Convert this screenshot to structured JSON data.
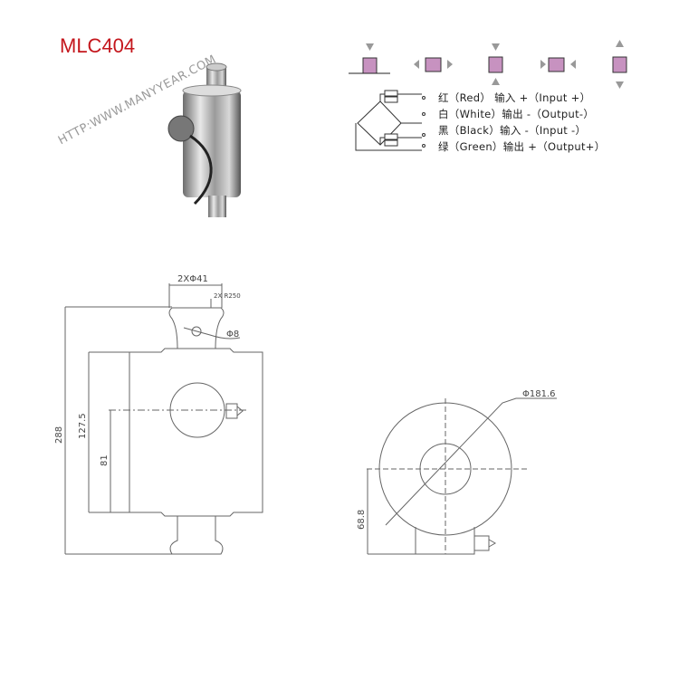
{
  "title": "MLC404",
  "watermark": "HTTP:WWW.MANYYEAR.COM",
  "wiring": [
    {
      "label": "红（Red）  输入 +（Input +）",
      "color": "#e53935"
    },
    {
      "label": "白（White）输出 -（Output-）",
      "color": "#ffffff"
    },
    {
      "label": "黑（Black）输入 -（Input -）",
      "color": "#000000"
    },
    {
      "label": "绿（Green）输出 +（Output+）",
      "color": "#2e7d32"
    }
  ],
  "dimensions": {
    "top_hole": "2XΦ41",
    "chamfer": "2X R250",
    "pin": "Φ8",
    "overall_height": "288",
    "body_height": "127.5",
    "hole_height": "81",
    "diameter": "Φ181.6",
    "base_height": "68.8"
  },
  "colors": {
    "title": "#c4161c",
    "load_block": "#c792c0"
  }
}
